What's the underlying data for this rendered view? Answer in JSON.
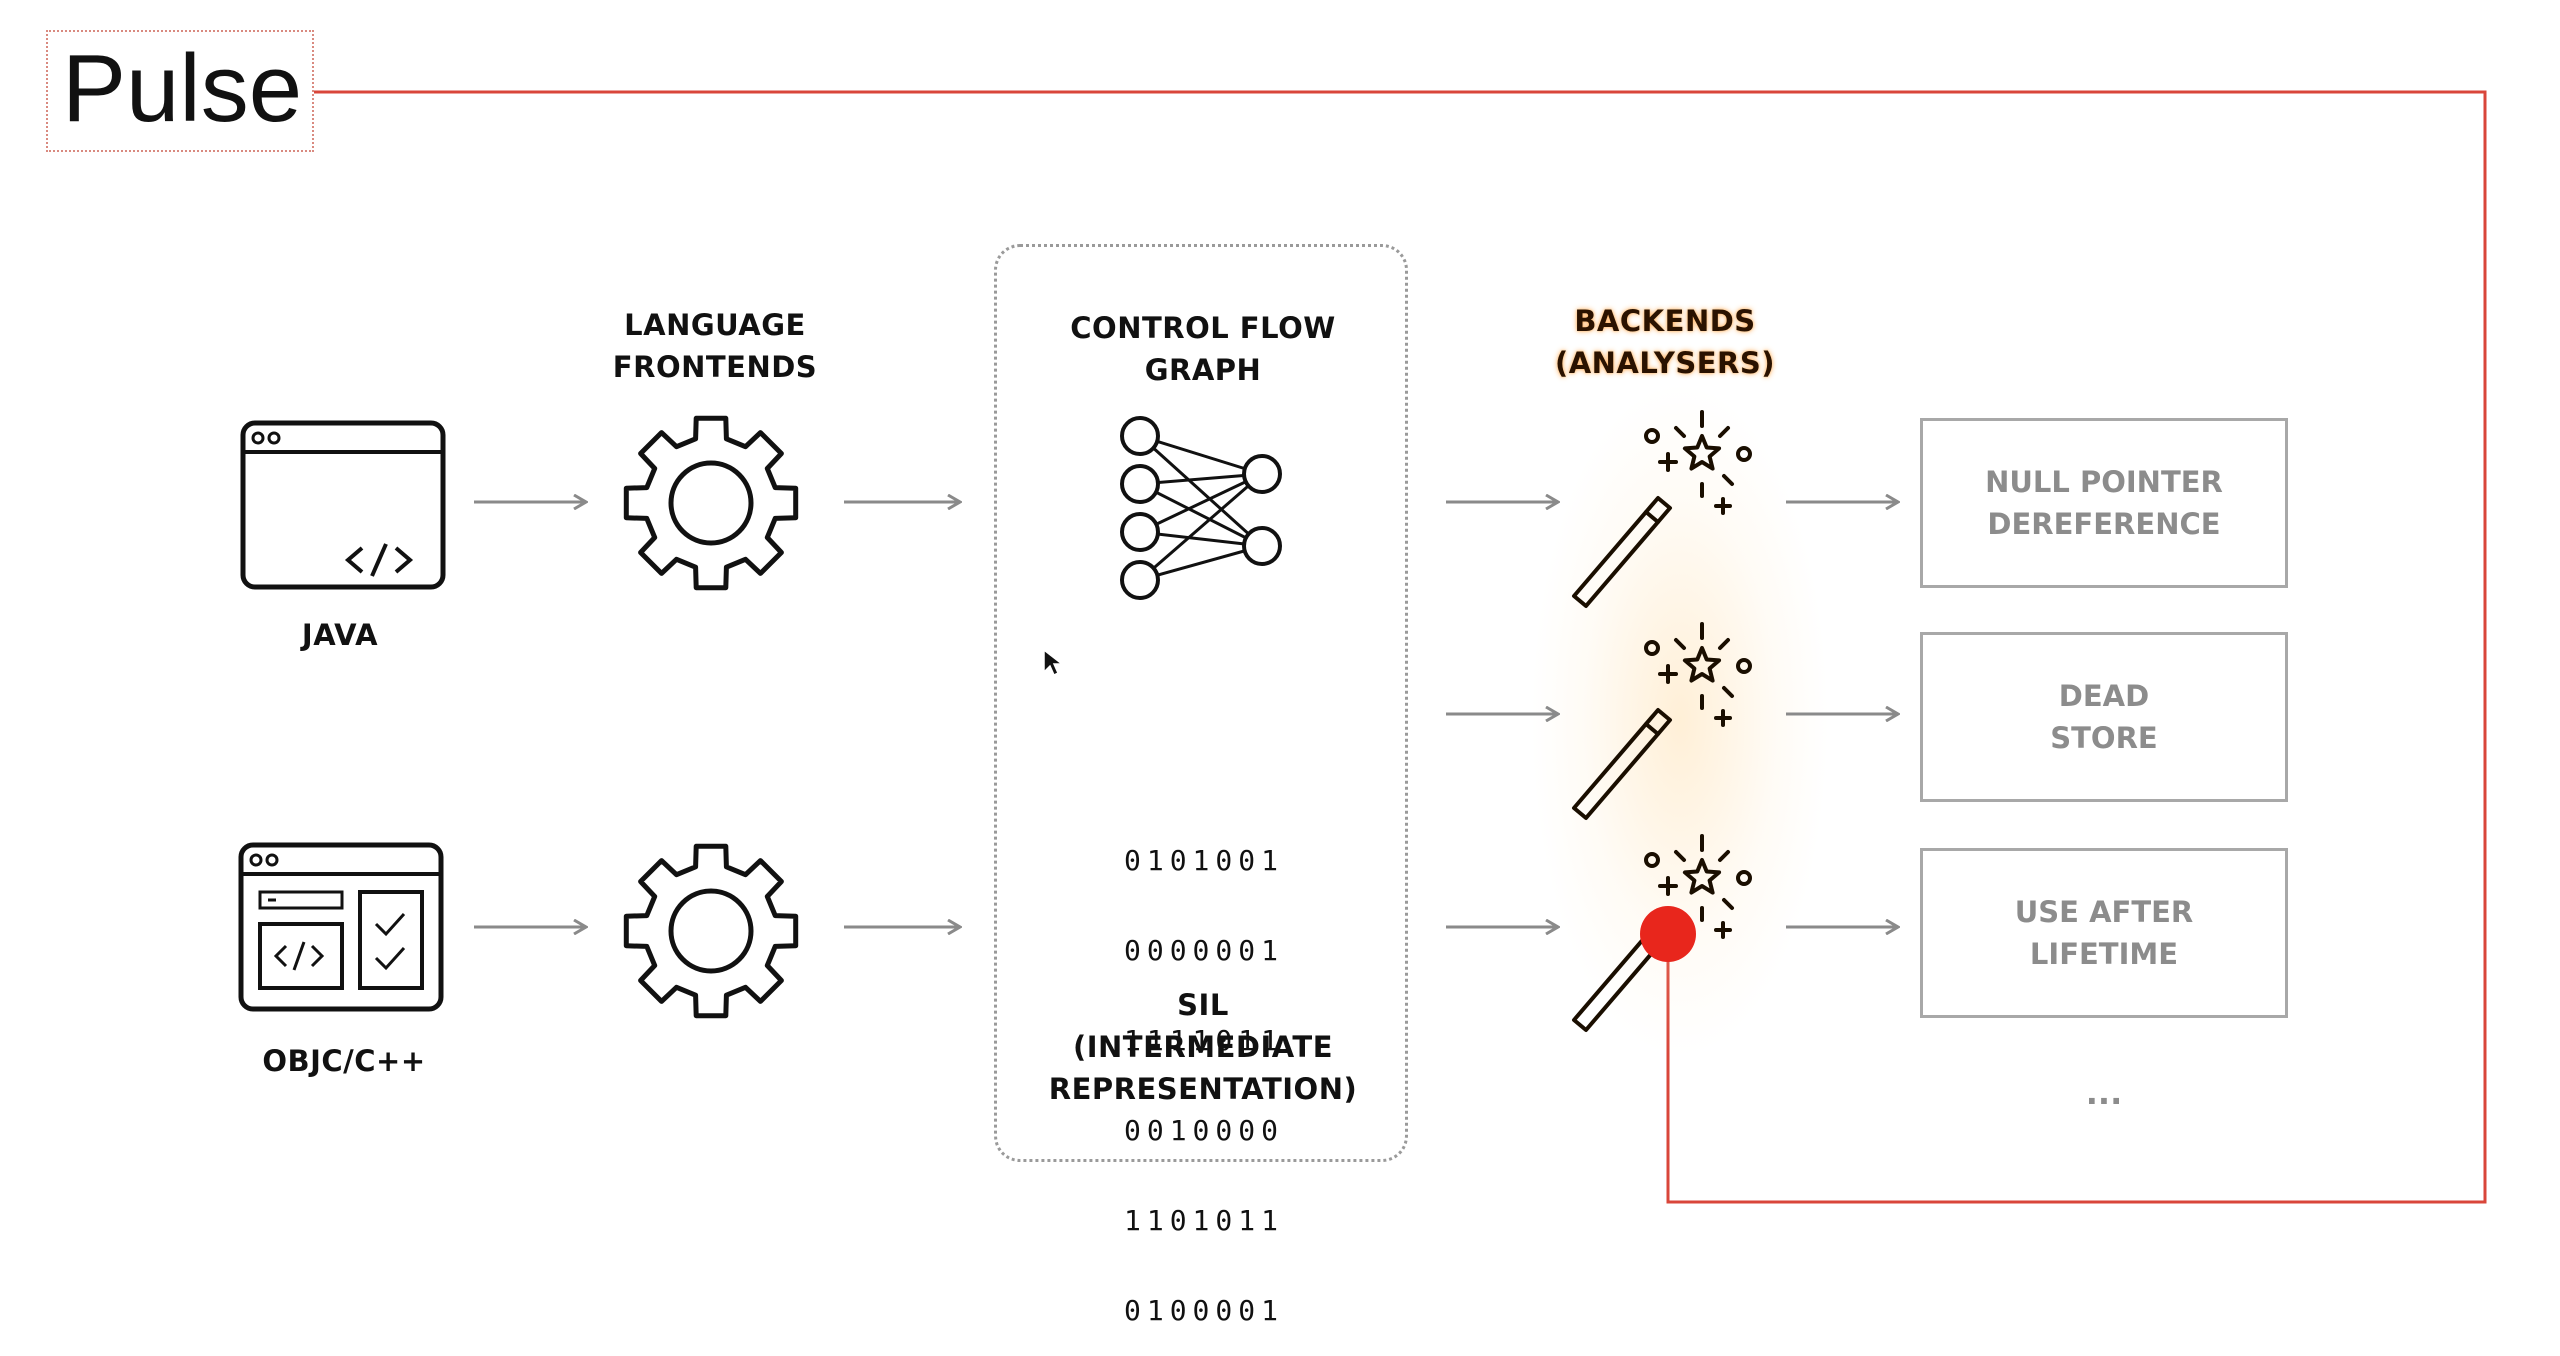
{
  "title": "Pulse",
  "columns": {
    "frontends_label": "LANGUAGE\nFRONTENDS",
    "cfg_label": "CONTROL FLOW\nGRAPH",
    "backends_label": "BACKENDS\n(ANALYSERS)",
    "sil_label": "SIL\n(INTERMEDIATE\nREPRESENTATION)"
  },
  "inputs": {
    "java": "JAVA",
    "objc": "OBJC/C++"
  },
  "binary_lines": [
    "0101001",
    "0000001",
    "1111011",
    "0010000",
    "1101011",
    "0100001"
  ],
  "outputs": [
    {
      "label": "NULL POINTER\nDEREFERENCE"
    },
    {
      "label": "DEAD\nSTORE"
    },
    {
      "label": "USE AFTER\nLIFETIME"
    }
  ],
  "more": "...",
  "colors": {
    "highlight": "#d9463a",
    "marker": "#e8261c",
    "arrow": "#8a8a8a",
    "box_border": "#a8a8a8",
    "box_text": "#8c8c8c"
  },
  "icons": [
    "window-code-icon",
    "window-ui-icon",
    "gear-icon",
    "neural-graph-icon",
    "magic-wand-icon",
    "cursor-icon"
  ]
}
